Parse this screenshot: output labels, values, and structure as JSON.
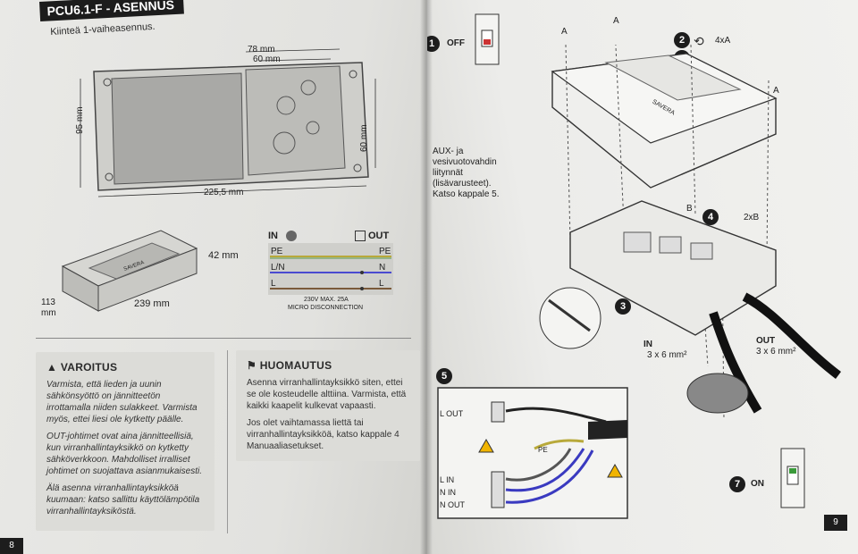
{
  "left_page": {
    "title": "PCU6.1-F - ASENNUS",
    "subtitle": "Kiinteä 1-vaiheasennus.",
    "dims": {
      "d78": "78 mm",
      "d60_top": "60 mm",
      "d95": "95 mm",
      "d60_side": "60 mm",
      "d225": "225,5 mm",
      "d42": "42 mm",
      "d113": "113\nmm",
      "d239": "239 mm"
    },
    "brand": "SAVERA",
    "wiring": {
      "in_label": "IN",
      "out_label": "OUT",
      "rows": [
        {
          "left": "PE",
          "right": "PE"
        },
        {
          "left": "L/N",
          "right": "N"
        },
        {
          "left": "L",
          "right": "L"
        }
      ],
      "rating": "230V MAX. 25A",
      "disconnection": "MICRO DISCONNECTION"
    },
    "warning": {
      "title": "VAROITUS",
      "paragraphs": [
        "Varmista, että lieden ja uunin sähkönsyöttö on jännitteetön irrottamalla niiden sulakkeet. Varmista myös, ettei liesi ole kytketty päälle.",
        "OUT-johtimet ovat aina jännitteellisiä, kun virranhallintayksikkö on kytketty sähköverkkoon. Mahdolliset irralliset johtimet on suojattava asianmukaisesti.",
        "Älä asenna virranhallintayksikköä kuumaan: katso sallittu käyttölämpötila virranhallintayksiköstä."
      ]
    },
    "note": {
      "title": "HUOMAUTUS",
      "paragraphs": [
        "Asenna virranhallintayksikkö siten, ettei se ole kosteudelle alttiina. Varmista, että kaikki kaapelit kulkevat vapaasti.",
        "Jos olet vaihtamassa liettä tai virranhallintayksikköä, katso kappale 4 Manuaaliasetukset."
      ]
    },
    "page_number": "8"
  },
  "right_page": {
    "steps": {
      "s1": "1",
      "s1_label": "OFF",
      "s2": "2",
      "s2_label": "4xA",
      "s3": "3",
      "s4": "4",
      "s4_label": "2xB",
      "s5": "5",
      "s6": "6",
      "s7": "7",
      "s7_label": "ON"
    },
    "screw_a": "A",
    "screw_b": "B",
    "brand": "SAVERA",
    "aux_text": "AUX- ja vesivuotovahdin liitynnät (lisävarusteet). Katso kappale 5.",
    "in_cable": "IN",
    "in_size": "3 x 6 mm²",
    "out_cable": "OUT",
    "out_size": "3 x 6 mm²",
    "terminals": [
      "L OUT",
      "L IN",
      "N IN",
      "N OUT"
    ],
    "pe_label": "PE",
    "page_number": "9"
  }
}
